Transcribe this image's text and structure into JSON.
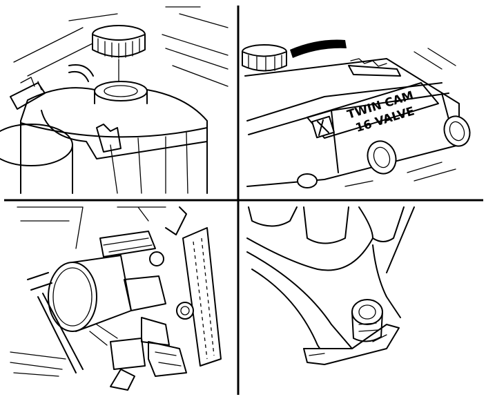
{
  "figure": {
    "panels": [
      {
        "name": "coolant-reservoir",
        "label": ""
      },
      {
        "name": "cam-cover",
        "label": ""
      },
      {
        "name": "throttle-body",
        "label": ""
      },
      {
        "name": "intake-manifold",
        "label": ""
      }
    ],
    "cam_cover_text": {
      "line1": "TWIN CAM",
      "line2": "16 VALVE"
    }
  },
  "colors": {
    "ink": "#000000",
    "paper": "#ffffff"
  }
}
